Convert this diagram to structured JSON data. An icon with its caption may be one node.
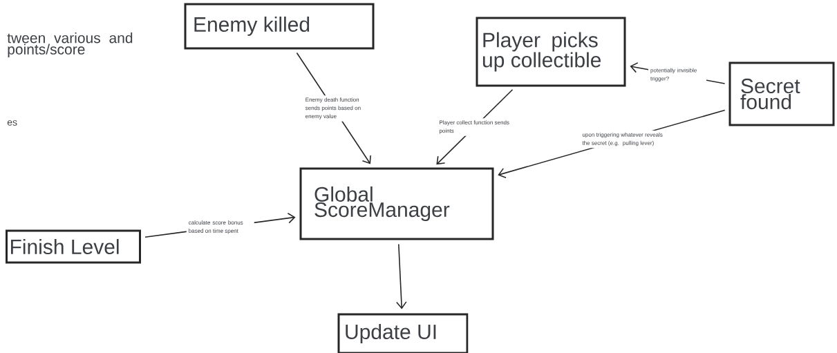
{
  "diagram": {
    "nodes": [
      {
        "text": [
          "Enemy killed"
        ]
      },
      {
        "text": [
          "Player picks up collectible"
        ]
      },
      {
        "text": [
          "Secret found"
        ]
      },
      {
        "text": [
          "Global ScoreManager"
        ]
      },
      {
        "text": [
          "Finish Level"
        ]
      },
      {
        "text": [
          "Update UI"
        ]
      }
    ],
    "edges": [
      {
        "from": 0,
        "to": 3,
        "arrow": "to",
        "label": "Enemy death function sends points based on enemy value"
      },
      {
        "from": 1,
        "to": 3,
        "arrow": "to",
        "label": "Player collect function sends points"
      },
      {
        "from": 2,
        "to": 3,
        "arrow": "to",
        "label": "upon triggering whatever reveals the secret (e.g. pulling lever)"
      },
      {
        "from": 2,
        "to": 1,
        "arrow": "to",
        "label": "potentially invisible trigger?"
      },
      {
        "from": 4,
        "to": 3,
        "arrow": "to",
        "label": "calculate score bonus based on time spent"
      },
      {
        "from": 3,
        "to": 5,
        "arrow": "to"
      }
    ],
    "labels": [
      "tween various and points/score",
      "es"
    ]
  }
}
